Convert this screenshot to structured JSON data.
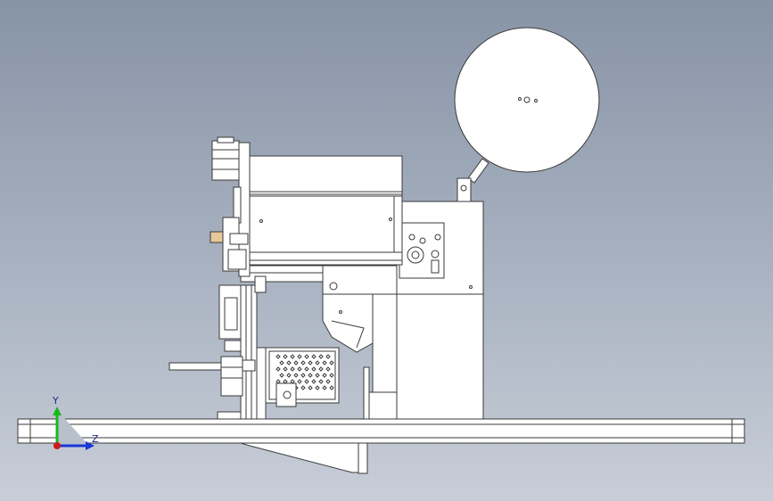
{
  "viewport": {
    "background_top": "#8794a6",
    "background_bottom": "#c8ced8"
  },
  "triad": {
    "y_label": "Y",
    "z_label": "Z",
    "y_color": "#18b818",
    "z_color": "#1a36d6",
    "x_color": "#d01818"
  },
  "model": {
    "line_color": "#3a3a3a",
    "face_color": "#ffffff",
    "icons": [
      "reel-disk",
      "machine-body",
      "base-plate",
      "coordinate-triad"
    ]
  }
}
